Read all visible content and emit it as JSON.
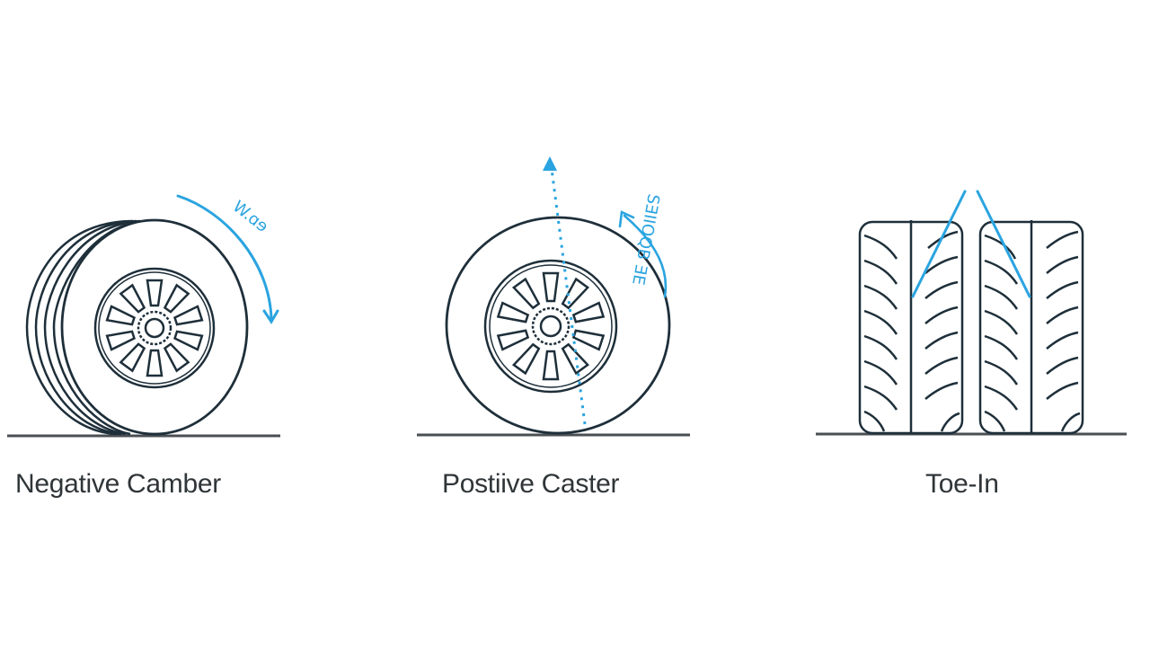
{
  "colors": {
    "line": "#1e2f3a",
    "accent": "#2aa4e0",
    "ground": "#4a4f53",
    "label": "#2f3538",
    "background": "#ffffff"
  },
  "panels": [
    {
      "id": "negative-camber",
      "label": "Negative Camber",
      "annotation": "W.ɑɘ",
      "annotation_icon": "curved-arrow-down",
      "illustration": "tilted-wheel-side-view"
    },
    {
      "id": "positive-caster",
      "label": "Postiive Caster",
      "annotation": "SƎIIOQB ƎE",
      "annotation_icon": "curved-arrow-up",
      "illustration": "wheel-with-dashed-steering-axis"
    },
    {
      "id": "toe-in",
      "label": "Toe-In",
      "annotation": "",
      "annotation_icon": "converging-lines",
      "illustration": "two-tire-treads-top-view"
    }
  ]
}
